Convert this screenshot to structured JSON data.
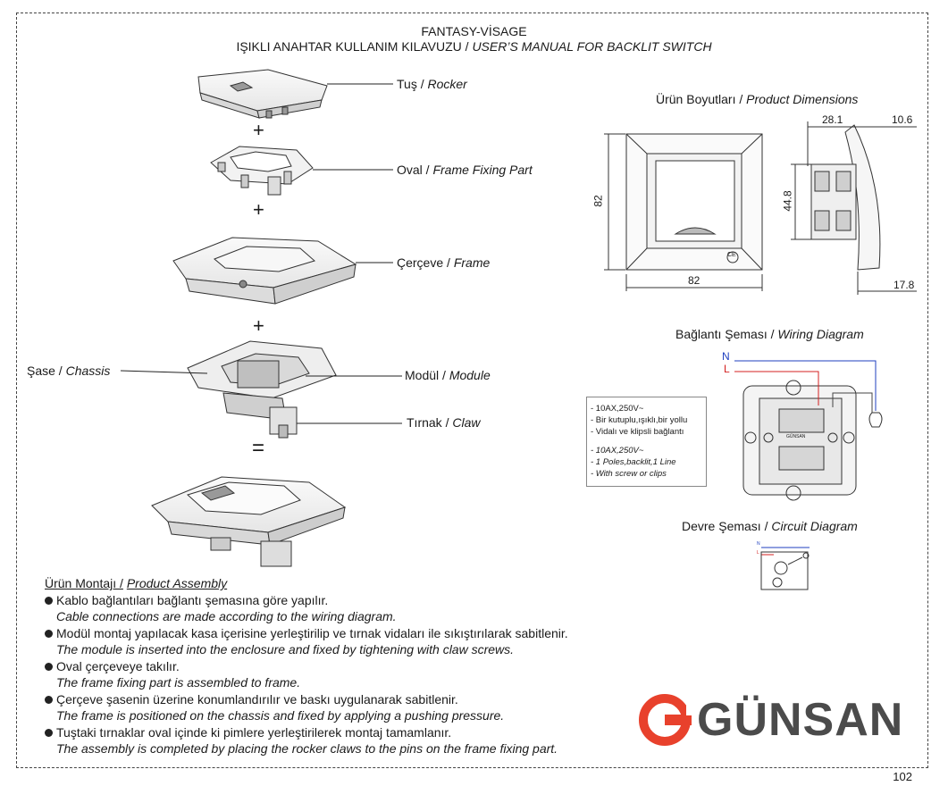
{
  "header": {
    "brand_line": "FANTASY-VİSAGE",
    "manual_tr": "IŞIKLI ANAHTAR KULLANIM KILAVUZU /",
    "manual_en": "USER’S MANUAL FOR  BACKLIT SWITCH"
  },
  "parts": {
    "rocker_tr": "Tuş /",
    "rocker_en": "Rocker",
    "frame_fixing_tr": "Oval /",
    "frame_fixing_en": "Frame Fixing Part",
    "frame_tr": "Çerçeve /",
    "frame_en": "Frame",
    "chassis_tr": "Şase /",
    "chassis_en": "Chassis",
    "module_tr": "Modül /",
    "module_en": "Module",
    "claw_tr": "Tırnak /",
    "claw_en": "Claw",
    "plus": "+",
    "equals": "="
  },
  "dimensions": {
    "title_tr": "Ürün Boyutları /",
    "title_en": "Product Dimensions",
    "width": "82",
    "height": "82",
    "depth_a": "28.1",
    "depth_b": "10.6",
    "body": "44.8",
    "base": "17.8",
    "ce": "CE"
  },
  "wiring": {
    "title_tr": "Bağlantı Şeması /",
    "title_en": "Wiring Diagram",
    "n_label": "N",
    "l_label": "L",
    "module_code": "GÜNSAN",
    "colors": {
      "neutral": "#1f3fbf",
      "line": "#d42020"
    }
  },
  "specs": {
    "tr": [
      "- 10AX,250V~",
      "- Bir kutuplu,ışıklı,bir yollu",
      "- Vidalı ve klipsli bağlantı"
    ],
    "en": [
      "- 10AX,250V~",
      "- 1 Poles,backlit,1 Line",
      "- With screw or clips"
    ]
  },
  "circuit": {
    "title_tr": "Devre Şeması /",
    "title_en": "Circuit Diagram",
    "n_label": "N",
    "l_label": "L"
  },
  "assembly": {
    "title_tr": "Ürün Montajı  /",
    "title_en": "Product Assembly",
    "steps": [
      {
        "tr": "Kablo bağlantıları bağlantı şemasına göre yapılır.",
        "en": "Cable connections are made according to the wiring diagram."
      },
      {
        "tr": "Modül montaj yapılacak kasa içerisine yerleştirilip ve tırnak vidaları ile sıkıştırılarak sabitlenir.",
        "en": "The module is inserted into the enclosure and fixed by tightening with claw screws."
      },
      {
        "tr": "Oval çerçeveye takılır.",
        "en": "The frame fixing part is assembled to frame."
      },
      {
        "tr": "Çerçeve şasenin üzerine konumlandırılır ve baskı uygulanarak sabitlenir.",
        "en": "The frame is positioned on the chassis and fixed by applying a pushing pressure."
      },
      {
        "tr": "Tuştaki tırnaklar oval içinde ki pimlere yerleştirilerek montaj tamamlanır.",
        "en": "The assembly is completed by placing the rocker claws to the pins on the frame fixing part."
      }
    ]
  },
  "brand": {
    "logo_text": "GÜNSAN",
    "logo_color": "#e8412c"
  },
  "page_number": "102"
}
